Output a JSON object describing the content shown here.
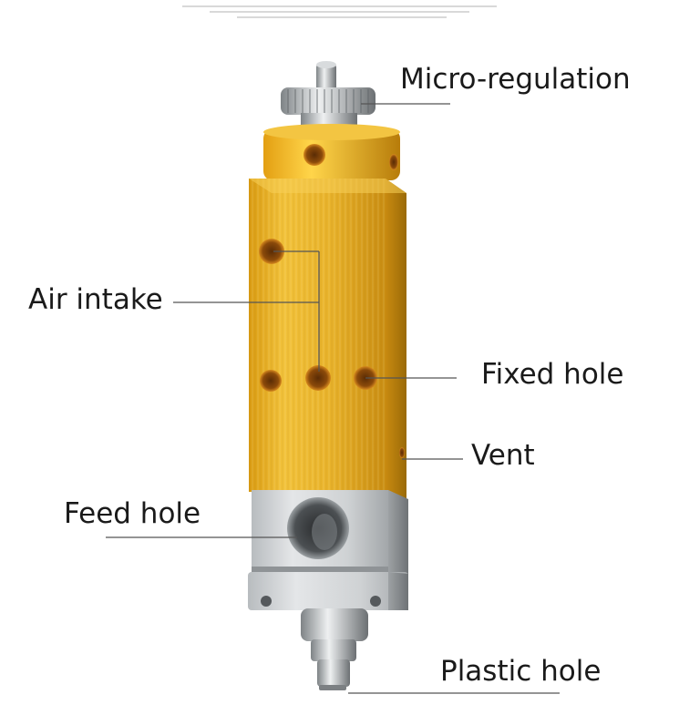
{
  "labels": {
    "micro_regulation": "Micro-regulation",
    "air_intake": "Air intake",
    "fixed_hole": "Fixed hole",
    "vent": "Vent",
    "feed_hole": "Feed hole",
    "plastic_hole": "Plastic hole"
  },
  "colors": {
    "body_gold": "#e2ad1f",
    "body_gold_dark": "#b9820e",
    "steel": "#c9cdd0",
    "steel_dark": "#8e9396",
    "leader_line": "#555555",
    "label_text": "#1a1a1a"
  }
}
